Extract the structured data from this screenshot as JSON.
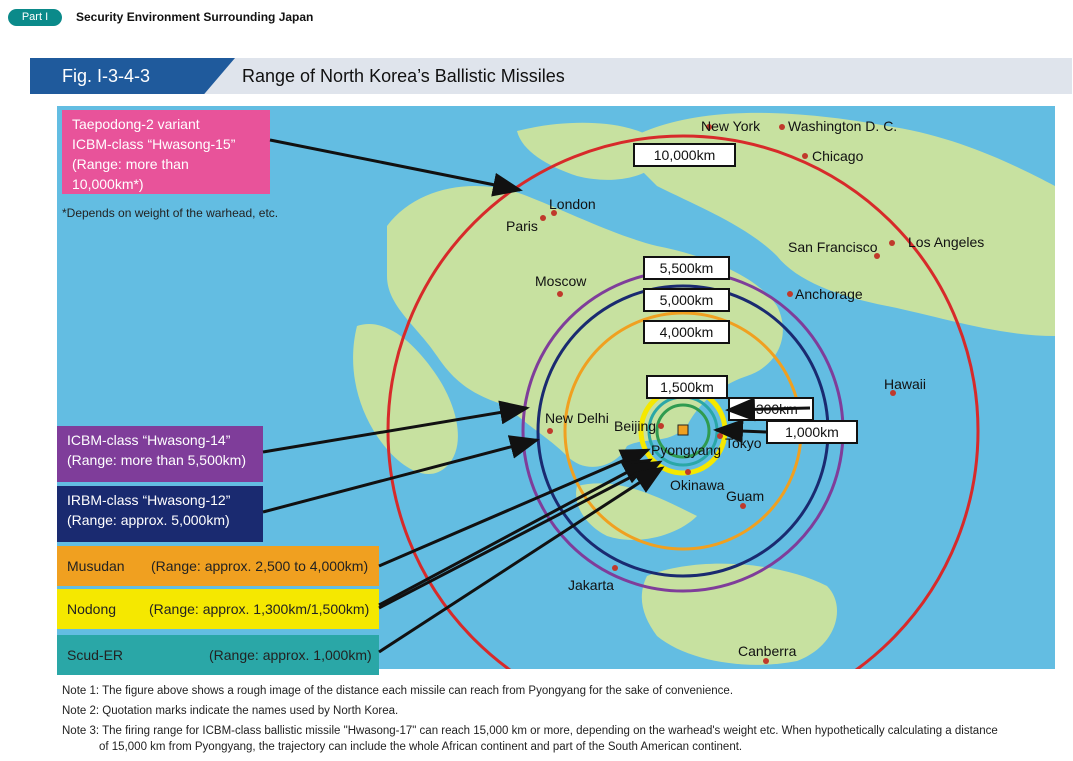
{
  "header": {
    "part": "Part I",
    "section": "Security Environment Surrounding Japan"
  },
  "figure": {
    "number": "Fig. I-3-4-3",
    "title": "Range of North Korea’s Ballistic Missiles"
  },
  "colors": {
    "map_bg": "#63bde2",
    "land": "#c7e1a0",
    "r10000": "#d72a2a",
    "r5500": "#7f3d9a",
    "r5000": "#1a2a70",
    "r4000": "#f0a020",
    "r1500": "#f5e800",
    "r1300": "#2aa7a7",
    "r1000": "#2f9b50",
    "pin": "#c0392b"
  },
  "ranges": [
    "10,000km",
    "5,500km",
    "5,000km",
    "4,000km",
    "1,500km",
    "1,300km",
    "1,000km"
  ],
  "cities": {
    "new_york": "New York",
    "washington": "Washington D. C.",
    "chicago": "Chicago",
    "london": "London",
    "paris": "Paris",
    "moscow": "Moscow",
    "san_francisco": "San Francisco",
    "los_angeles": "Los Angeles",
    "anchorage": "Anchorage",
    "hawaii": "Hawaii",
    "new_delhi": "New Delhi",
    "beijing": "Beijing",
    "pyongyang": "Pyongyang",
    "tokyo": "Tokyo",
    "okinawa": "Okinawa",
    "guam": "Guam",
    "jakarta": "Jakarta",
    "canberra": "Canberra"
  },
  "legend": {
    "taepodong": {
      "line1": "Taepodong-2 variant",
      "line2": "ICBM-class “Hwasong-15”",
      "line3": "(Range: more than 10,000km*)",
      "footnote": "*Depends on weight of the warhead, etc.",
      "color": "#e8539a"
    },
    "hwasong14": {
      "line1": "ICBM-class “Hwasong-14”",
      "line2": "(Range: more than 5,500km)",
      "color": "#7f3d9a"
    },
    "hwasong12": {
      "line1": "IRBM-class “Hwasong-12”",
      "line2": "(Range: approx. 5,000km)",
      "color": "#1a2a70"
    },
    "musudan": {
      "name": "Musudan",
      "range": "(Range: approx. 2,500 to 4,000km)",
      "color": "#f0a020"
    },
    "nodong": {
      "name": "Nodong",
      "range": "(Range: approx. 1,300km/1,500km)",
      "color": "#f5e800"
    },
    "scud": {
      "name": "Scud-ER",
      "range": "(Range: approx. 1,000km)",
      "color": "#2aa7a7"
    }
  },
  "notes": {
    "n1": "Note 1: The figure above shows a rough image of the distance each missile can reach from Pyongyang for the sake of convenience.",
    "n2": "Note 2: Quotation marks indicate the names used by North Korea.",
    "n3a": "Note 3: The firing range for ICBM-class ballistic missile \"Hwasong-17\" can reach 15,000 km or more, depending on the warhead's weight etc. When hypothetically calculating a distance",
    "n3b": "of 15,000 km from Pyongyang, the trajectory can include the whole African continent and part of the South American continent."
  }
}
